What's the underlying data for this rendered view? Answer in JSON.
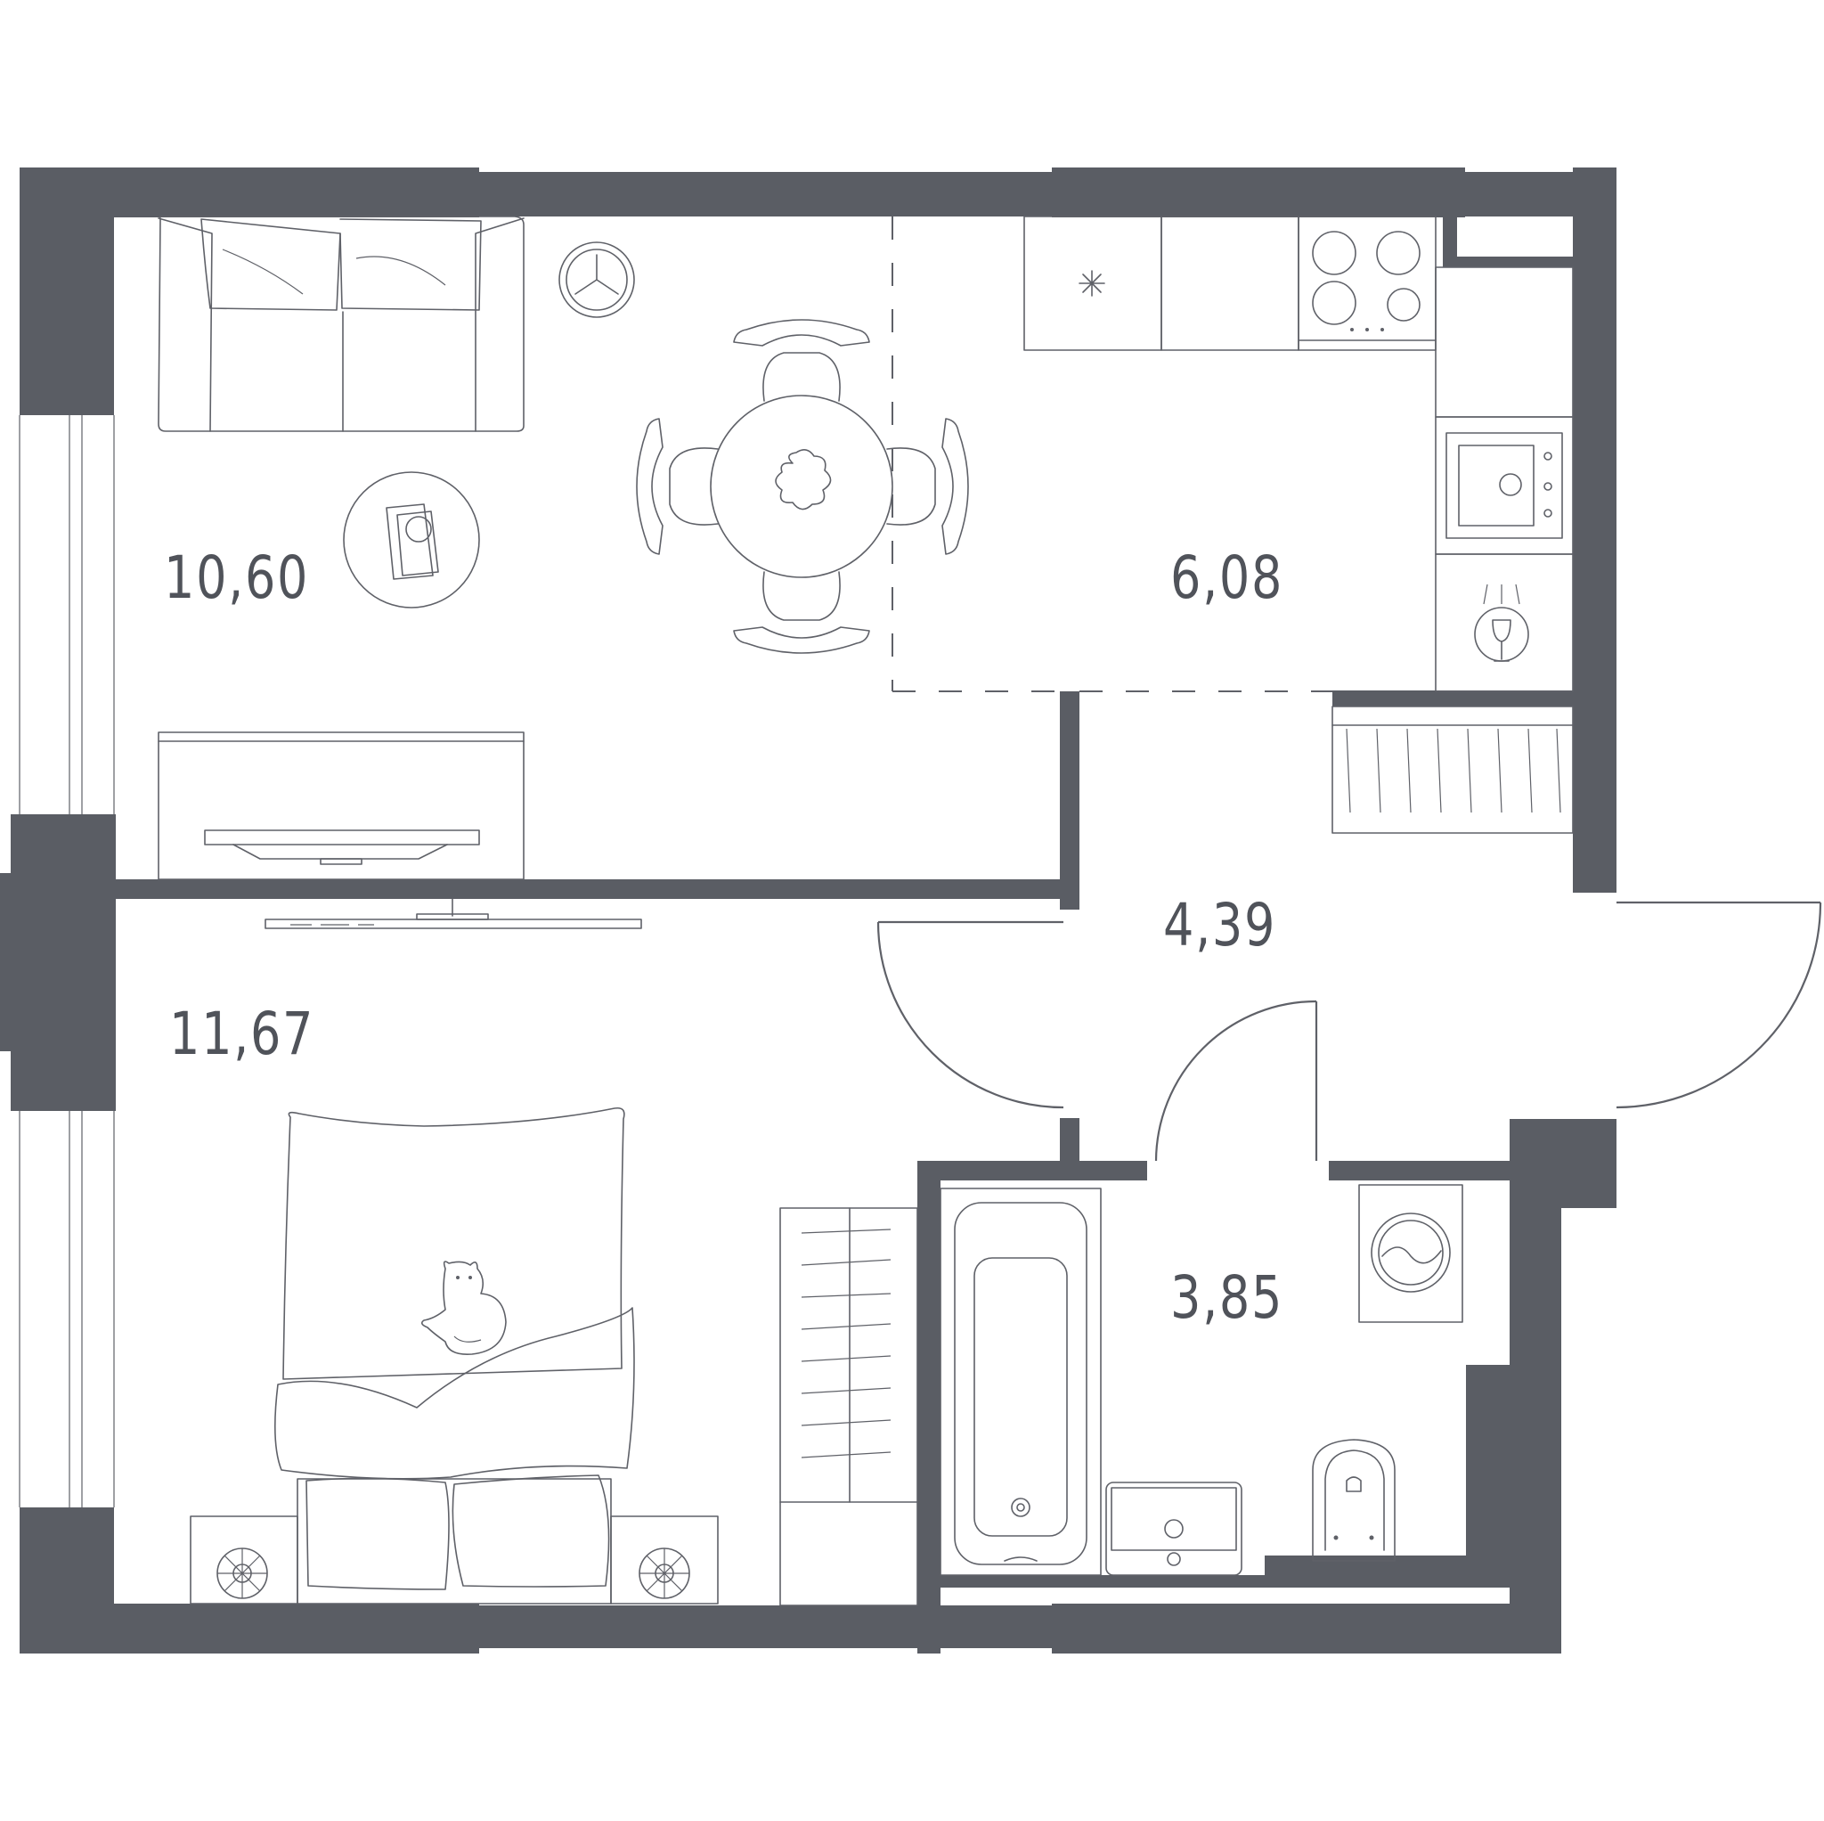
{
  "colors": {
    "wall": "#5a5d64",
    "line": "#5f6168",
    "text": "#50535a",
    "background": "#ffffff"
  },
  "rooms": [
    {
      "id": "living-room",
      "area": "10,60"
    },
    {
      "id": "kitchen",
      "area": "6,08"
    },
    {
      "id": "hallway",
      "area": "4,39"
    },
    {
      "id": "bedroom",
      "area": "11,67"
    },
    {
      "id": "bathroom",
      "area": "3,85"
    }
  ],
  "icons": [
    "sofa-icon",
    "floor-lamp-icon",
    "coffee-table-icon",
    "dining-table-icon",
    "dining-chair-icon",
    "tv-stand-icon",
    "tv-icon",
    "kitchen-counter-icon",
    "cooktop-icon",
    "sink-icon",
    "dishwasher-icon",
    "wardrobe-icon",
    "bed-icon",
    "cat-icon",
    "nightstand-icon",
    "bathtub-icon",
    "washbasin-icon",
    "toilet-icon",
    "washing-machine-icon",
    "door-swing-icon",
    "window-icon"
  ]
}
